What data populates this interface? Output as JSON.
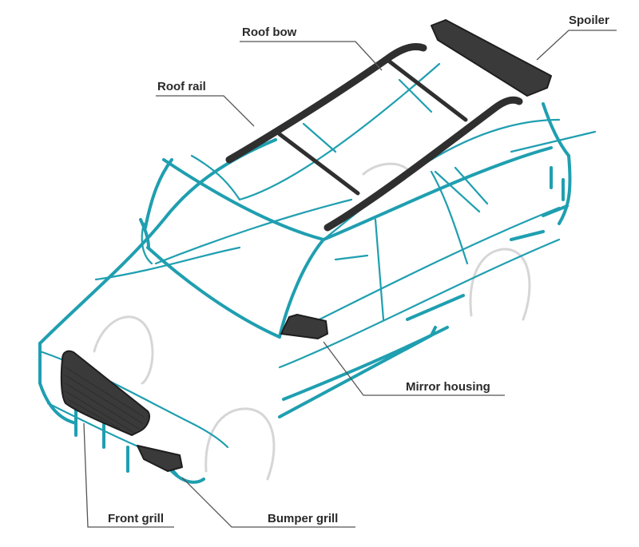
{
  "labels": {
    "spoiler": "Spoiler",
    "roof_bow": "Roof bow",
    "roof_rail": "Roof rail",
    "mirror_housing": "Mirror housing",
    "front_grill": "Front grill",
    "bumper_grill": "Bumper grill"
  },
  "colors": {
    "body_outline": "#1f9fb0",
    "parts": "#3a3a3a",
    "wheels": "#d6d6d6",
    "label_text": "#2a2a2a"
  }
}
